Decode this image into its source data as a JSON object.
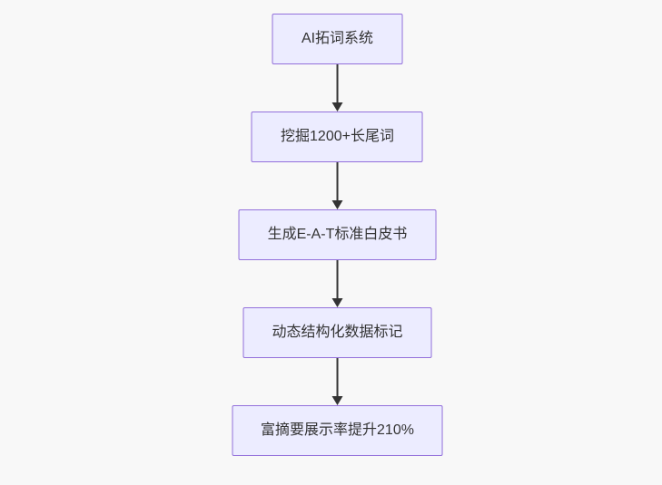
{
  "page": {
    "background": "#f8f8f8"
  },
  "flowchart": {
    "type": "flowchart",
    "direction": "top-down",
    "style": {
      "node_fill": "#ECECFF",
      "node_border": "#9370DB",
      "arrow_color": "#333333",
      "text_color": "#333333"
    },
    "nodes": [
      {
        "id": "n1",
        "label": "AI拓词系统"
      },
      {
        "id": "n2",
        "label": "挖掘1200+长尾词"
      },
      {
        "id": "n3",
        "label": "生成E-A-T标准白皮书"
      },
      {
        "id": "n4",
        "label": "动态结构化数据标记"
      },
      {
        "id": "n5",
        "label": "富摘要展示率提升210%"
      }
    ],
    "edges": [
      {
        "from": "n1",
        "to": "n2"
      },
      {
        "from": "n2",
        "to": "n3"
      },
      {
        "from": "n3",
        "to": "n4"
      },
      {
        "from": "n4",
        "to": "n5"
      }
    ]
  }
}
